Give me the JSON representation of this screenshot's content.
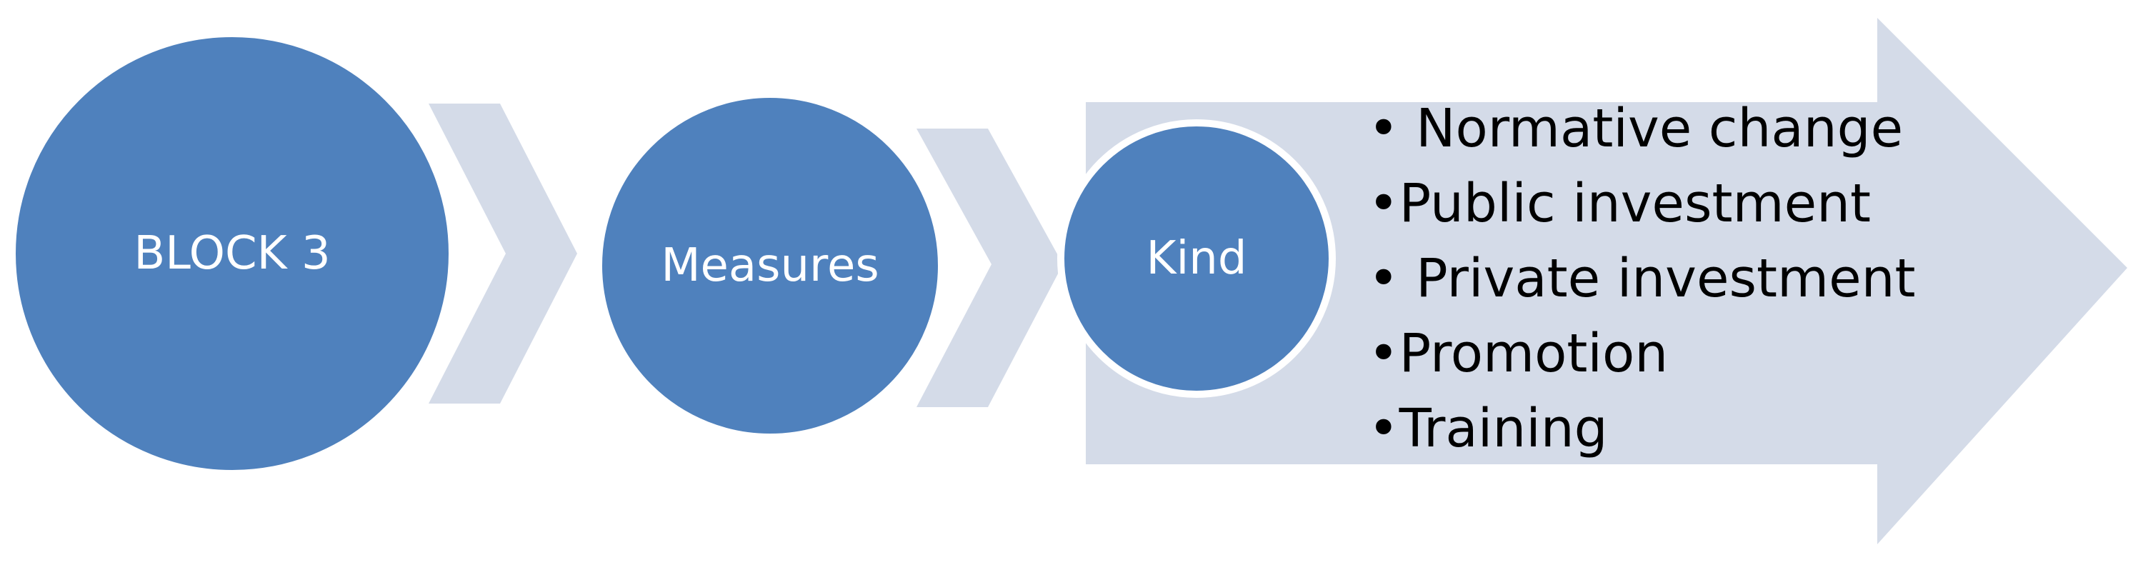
{
  "diagram": {
    "nodes": [
      {
        "id": "block",
        "label": "BLOCK 3"
      },
      {
        "id": "measures",
        "label": "Measures"
      },
      {
        "id": "kind",
        "label": "Kind"
      }
    ],
    "list": {
      "bullet": "•",
      "items": [
        {
          "text": " Normative change"
        },
        {
          "text": "Public investment"
        },
        {
          "text": " Private investment"
        },
        {
          "text": "Promotion"
        },
        {
          "text": "Training"
        }
      ]
    }
  },
  "colors": {
    "circle_fill": "#4f81bd",
    "circle_border": "#ffffff",
    "arrow_fill": "#d4dbe8",
    "text_dark": "#000000",
    "text_light": "#ffffff"
  }
}
